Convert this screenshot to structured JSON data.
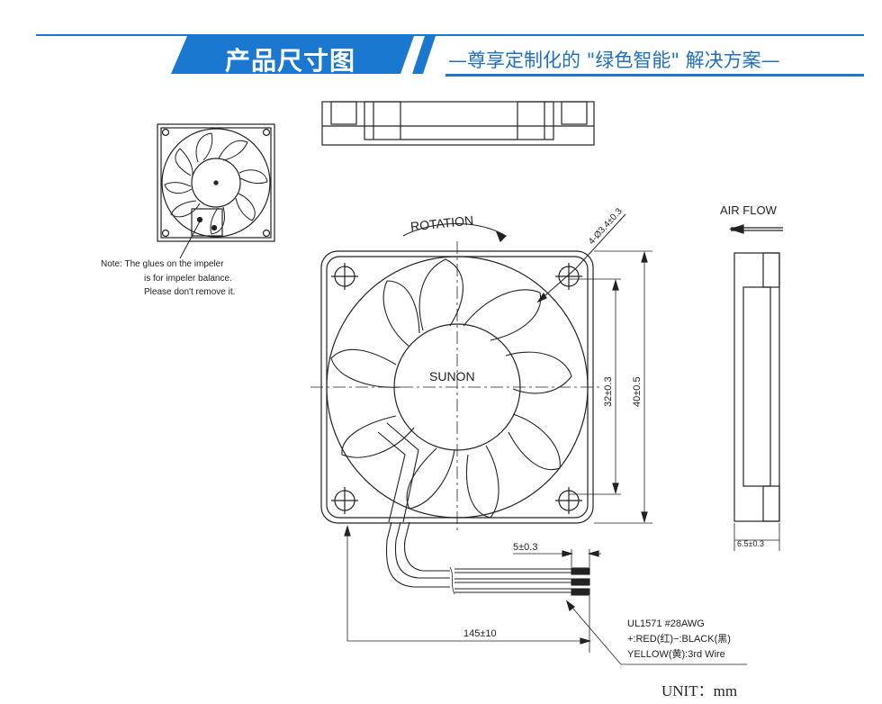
{
  "header": {
    "title": "产品尺寸图",
    "subtitle": "—尊享定制化的 \"绿色智能\" 解决方案—",
    "accent_color": "#1a78d0"
  },
  "notes": {
    "line1": "Note:  The  glues  on  the  impeler",
    "line2": "is  for  impeler  balance.",
    "line3": "Please  don't  remove  it."
  },
  "labels": {
    "rotation": "ROTATION",
    "air_flow": "AIR  FLOW",
    "brand": "SUNON",
    "hole_spec": "4-Ø3.4±0.3",
    "dim_32": "32±0.3",
    "dim_40": "40±0.5",
    "dim_5": "5±0.3",
    "dim_145": "145±10",
    "dim_65": "6.5±0.3",
    "wire_line1": "UL1571  #28AWG",
    "wire_line2": "+:RED(红)−:BLACK(黑)",
    "wire_line3": "YELLOW(黄):3rd  Wire",
    "unit": "UNIT：mm"
  }
}
